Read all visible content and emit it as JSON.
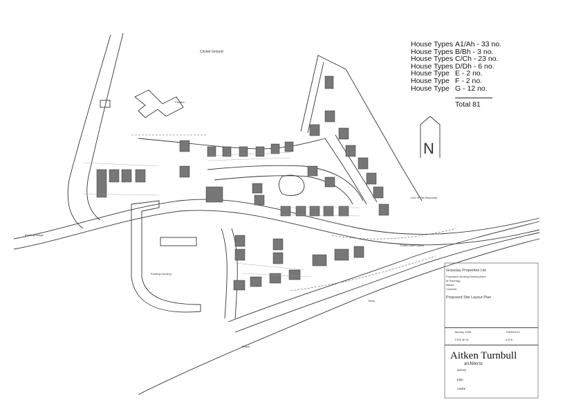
{
  "map": {
    "labels": {
      "cricket_ground": "Cricket Ground",
      "pavilion": "Pavilion",
      "line_of_site_boundary": "Line of Site Boundary",
      "public_open_space": "Public Open Space",
      "existing_housing": "Existing Housing",
      "existing_bridge": "Existing Bridge",
      "beck": "Beck",
      "beach": "Beach"
    },
    "house_types": [
      {
        "label": "House Types",
        "code": "A1/Ah",
        "count": "- 33 no."
      },
      {
        "label": "House Types",
        "code": "B/Bh",
        "count": "-  3 no."
      },
      {
        "label": "House Types",
        "code": "C/Ch",
        "count": "- 23 no."
      },
      {
        "label": "House Types",
        "code": "D/Dh",
        "count": "-  6 no."
      },
      {
        "label": "House Type",
        "code": "E",
        "count": "-  2 no."
      },
      {
        "label": "House Type",
        "code": "F",
        "count": "-  2 no."
      },
      {
        "label": "House Type",
        "code": "G",
        "count": "- 12 no."
      }
    ],
    "total": "Total  81",
    "north_arrow_letter": "N"
  },
  "title_block": {
    "client": "Grasslay Properties Ltd.",
    "project_1": "Proposed Housing Development",
    "project_2": "at Haverigg",
    "project_3": "Millom",
    "project_4": "Cumbria",
    "drawing_title": "Proposed Site Layout Plan",
    "date": "January 2006",
    "drawing_no": "728/SK/012",
    "scale": "1:500 @ A1",
    "drawn": "A.D.E.",
    "firm": "Aitken Turnbull",
    "firm_sub": "architects",
    "services": [
      "survey",
      "plan",
      "create"
    ]
  }
}
